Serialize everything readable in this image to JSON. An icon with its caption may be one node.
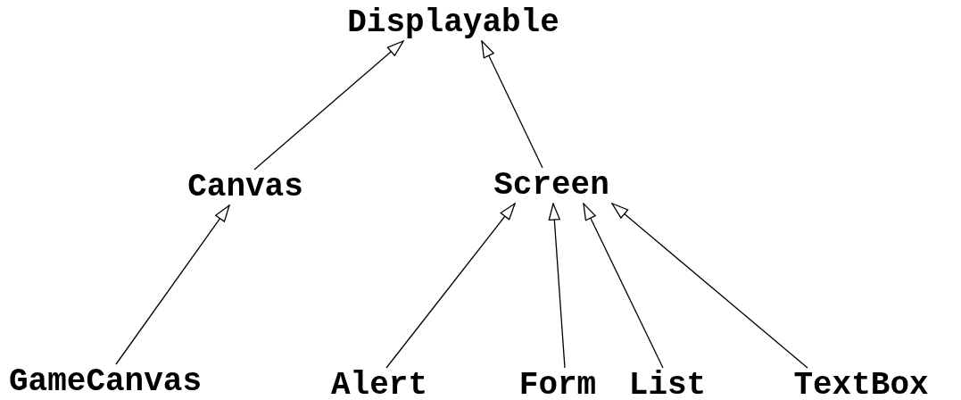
{
  "diagram": {
    "nodes": [
      {
        "text": [
          "Displayable"
        ]
      },
      {
        "text": [
          "Canvas"
        ]
      },
      {
        "text": [
          "Screen"
        ]
      },
      {
        "text": [
          "GameCanvas"
        ]
      },
      {
        "text": [
          "Alert"
        ]
      },
      {
        "text": [
          "Form"
        ]
      },
      {
        "text": [
          "List"
        ]
      },
      {
        "text": [
          "TextBox"
        ]
      }
    ],
    "edges": [
      {
        "from": 1,
        "to": 0,
        "arrow": "to"
      },
      {
        "from": 2,
        "to": 0,
        "arrow": "to"
      },
      {
        "from": 3,
        "to": 1,
        "arrow": "to"
      },
      {
        "from": 4,
        "to": 2,
        "arrow": "to"
      },
      {
        "from": 5,
        "to": 2,
        "arrow": "to"
      },
      {
        "from": 6,
        "to": 2,
        "arrow": "to"
      },
      {
        "from": 7,
        "to": 2,
        "arrow": "to"
      }
    ]
  }
}
